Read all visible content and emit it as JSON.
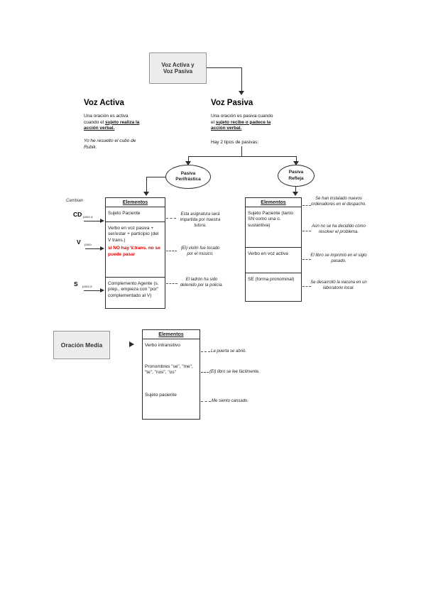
{
  "title_box": {
    "text": "Voz Activa y\nVoz Pasiva"
  },
  "voz_activa": {
    "heading": "Voz Activa",
    "body_pre": "Una oración es activa cuando el ",
    "body_underline": "sujeto realiza la acción verbal.",
    "example": "Yo he resuelto el cubo de Rubik."
  },
  "voz_pasiva": {
    "heading": "Voz Pasiva",
    "body_pre": "Una oración es pasiva cuando el ",
    "body_underline": "sujeto recibe o padece la acción verbal.",
    "note": "Hay 2 tipos de pasivas:"
  },
  "pasiva_perifrastica": {
    "label": "Pasiva\nPerifrástica",
    "annotations": {
      "cambian": "Cambian",
      "cd": "CD",
      "cd_arrow": "pasa a",
      "v": "V",
      "v_arrow": "pasa",
      "s": "S",
      "s_arrow": "pasa a"
    },
    "table": {
      "header": "Elementos",
      "rows": [
        {
          "text": "Sujeto Paciente",
          "warning": ""
        },
        {
          "text": "Verbo en voz pasiva + ser/estar + participio (del V trans.)",
          "warning": "si NO hay V.trans. no se puede pasar"
        },
        {
          "text": "Complemento Agente (s. prep., empieza con \"por\" complementado al V)",
          "warning": ""
        }
      ]
    },
    "examples": [
      "Esta asignatura será impartida por nuestra tutora.",
      "(El) violín fue tocado por el músico.",
      "El ladrón ha sido detenido por la policía."
    ]
  },
  "pasiva_refleja": {
    "label": "Pasiva\nRefleja",
    "table": {
      "header": "Elementos",
      "rows": [
        "Sujeto Paciente (tanto SN como una o. sustantiva)",
        "Verbo en voz activa",
        "SE (forma pronominal)"
      ]
    },
    "examples": [
      "Se han instalado nuevos ordenadores en el despacho.",
      "Aún no se ha decidido cómo resolver el problema.",
      "El libro se imprimió en el siglo pasado.",
      "Se desarrolló la vacuna en un laboratorio local."
    ]
  },
  "oracion_media": {
    "label": "Oración Media",
    "table": {
      "header": "Elementos",
      "rows": [
        "Verbo intransitivo",
        "Pronombres \"se\", \"me\", \"te\", \"nos\", \"os\"",
        "Sujeto paciente"
      ]
    },
    "examples": [
      "La puerta se abrió.",
      "(El) libro se lee fácilmente.",
      "Me siento cansado."
    ]
  },
  "colors": {
    "warning_red": "#e00000",
    "box_gray": "#ececec"
  }
}
